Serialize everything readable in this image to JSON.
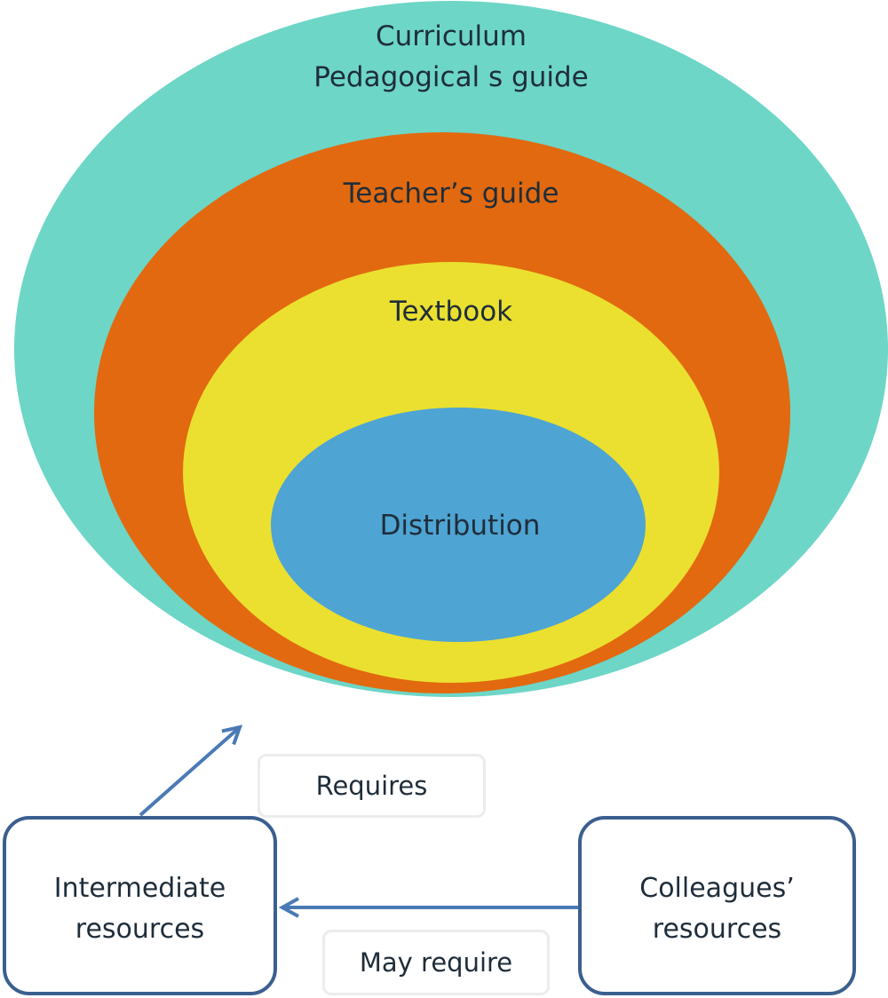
{
  "diagram": {
    "layers": [
      {
        "id": "curriculum",
        "lines": [
          "Curriculum",
          "Pedagogical s guide"
        ],
        "color": "#6dd6c7"
      },
      {
        "id": "teachers-guide",
        "lines": [
          "Teacher’s guide"
        ],
        "color": "#e2690f"
      },
      {
        "id": "textbook",
        "lines": [
          "Textbook"
        ],
        "color": "#ebe030"
      },
      {
        "id": "distribution",
        "lines": [
          "Distribution"
        ],
        "color": "#4ea4d3"
      }
    ],
    "nodes": {
      "intermediate": {
        "lines": [
          "Intermediate",
          "resources"
        ]
      },
      "colleagues": {
        "lines": [
          "Colleagues’",
          "resources"
        ]
      }
    },
    "edges": {
      "requires": {
        "label": "Requires"
      },
      "may_require": {
        "label": "May require"
      }
    },
    "colors": {
      "box_border": "#3b5f8f",
      "arrow": "#4a7ab5",
      "text": "#1f2d3a"
    }
  }
}
